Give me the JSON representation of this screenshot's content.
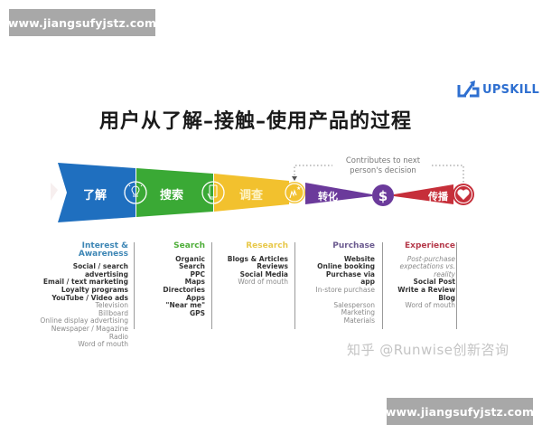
{
  "watermarks": {
    "top": "www.jiangsufyjstz.com",
    "bottom": "www.jiangsufyjstz.com"
  },
  "title": "用户从了解–接触–使用产品的过程",
  "logo": {
    "text": "UPSKILL",
    "color": "#2e6fd0"
  },
  "feedback_note": "Contributes to next person's decision",
  "stages": [
    {
      "label": "了解",
      "icon": "lightbulb-icon",
      "color": "#1f6fbf"
    },
    {
      "label": "搜索",
      "icon": "phone-hand-icon",
      "color": "#3aa935"
    },
    {
      "label": "调查",
      "icon": "hand-stars-icon",
      "color": "#f2c12e"
    },
    {
      "label": "转化",
      "icon": "dollar-icon",
      "color": "#6b3a9b"
    },
    {
      "label": "传播",
      "icon": "heart-icon",
      "color": "#c62f3a"
    }
  ],
  "columns": [
    {
      "heading": "Interest & Awareness",
      "heading_color": "#3d86b5",
      "items": [
        {
          "text": "Social / search advertising",
          "style": "b"
        },
        {
          "text": "Email / text marketing",
          "style": "b"
        },
        {
          "text": "Loyalty programs",
          "style": "b"
        },
        {
          "text": "YouTube / Video ads",
          "style": "b"
        },
        {
          "text": "Television",
          "style": "n"
        },
        {
          "text": "Billboard",
          "style": "n"
        },
        {
          "text": "Online display advertising",
          "style": "n"
        },
        {
          "text": "Newspaper / Magazine",
          "style": "n"
        },
        {
          "text": "Radio",
          "style": "n"
        },
        {
          "text": "Word of mouth",
          "style": "n"
        }
      ]
    },
    {
      "heading": "Search",
      "heading_color": "#4fae3a",
      "items": [
        {
          "text": "Organic Search",
          "style": "b"
        },
        {
          "text": "PPC",
          "style": "b"
        },
        {
          "text": "Maps",
          "style": "b"
        },
        {
          "text": "Directories",
          "style": "b"
        },
        {
          "text": "Apps",
          "style": "b"
        },
        {
          "text": "\"Near me\"",
          "style": "b"
        },
        {
          "text": "GPS",
          "style": "b"
        }
      ]
    },
    {
      "heading": "Research",
      "heading_color": "#e8c84a",
      "items": [
        {
          "text": "Blogs & Articles",
          "style": "b"
        },
        {
          "text": "Reviews",
          "style": "b"
        },
        {
          "text": "Social Media",
          "style": "b"
        },
        {
          "text": "Word of mouth",
          "style": "n"
        }
      ]
    },
    {
      "heading": "Purchase",
      "heading_color": "#6b5a8f",
      "items": [
        {
          "text": "Website",
          "style": "b"
        },
        {
          "text": "Online booking",
          "style": "b"
        },
        {
          "text": "Purchase via app",
          "style": "b"
        },
        {
          "text": "In-store purchase",
          "style": "n"
        },
        {
          "text": "",
          "style": "gap"
        },
        {
          "text": "Salesperson",
          "style": "n"
        },
        {
          "text": "Marketing Materials",
          "style": "n"
        }
      ]
    },
    {
      "heading": "Experience",
      "heading_color": "#b5394a",
      "items": [
        {
          "text": "Post-purchase",
          "style": "i"
        },
        {
          "text": "expectations vs. reality",
          "style": "i"
        },
        {
          "text": "Social Post",
          "style": "b"
        },
        {
          "text": "Write a Review",
          "style": "b"
        },
        {
          "text": "Blog",
          "style": "b"
        },
        {
          "text": "Word of mouth",
          "style": "n"
        }
      ]
    }
  ],
  "credit": "知乎 @Runwise创新咨询"
}
